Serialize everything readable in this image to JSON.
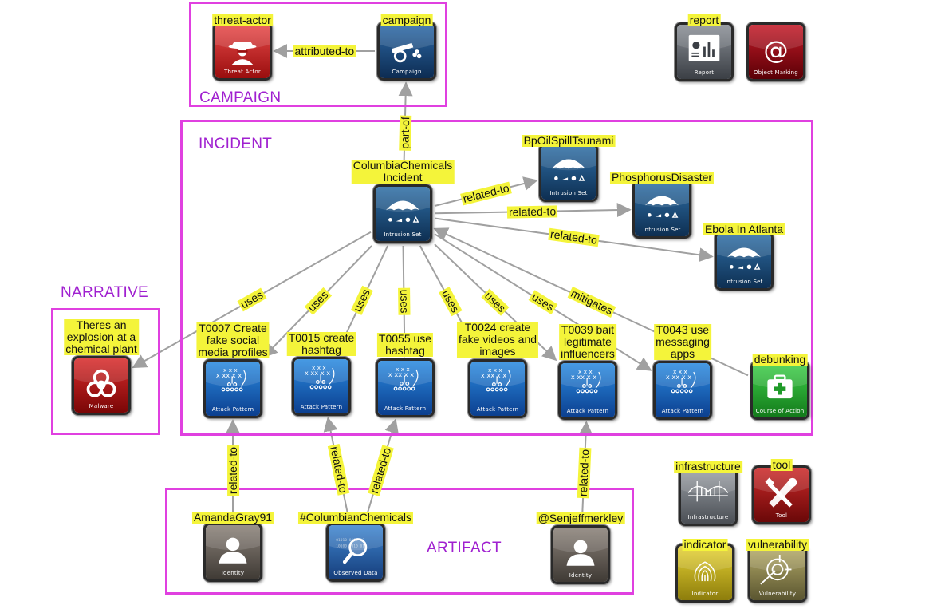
{
  "groups": {
    "campaign": "CAMPAIGN",
    "incident": "INCIDENT",
    "narrative": "NARRATIVE",
    "artifact": "ARTIFACT"
  },
  "nodes": {
    "threat_actor": {
      "label": "threat-actor",
      "caption": "Threat Actor",
      "icon": "threat-actor-icon"
    },
    "campaign": {
      "label": "campaign",
      "caption": "Campaign",
      "icon": "cannon-icon"
    },
    "report": {
      "label": "report",
      "caption": "Report",
      "icon": "report-icon"
    },
    "object_marking": {
      "caption": "Object Marking",
      "icon": "at-sign-icon"
    },
    "columbia": {
      "label": "ColumbiaChemicals\nIncident",
      "caption": "Intrusion Set",
      "icon": "umbrella-icon"
    },
    "bpoil": {
      "label": "BpOilSpillTsunami",
      "caption": "Intrusion Set",
      "icon": "umbrella-icon"
    },
    "phosphorus": {
      "label": "PhosphorusDisaster",
      "caption": "Intrusion Set",
      "icon": "umbrella-icon"
    },
    "ebola": {
      "label": "Ebola In Atlanta",
      "caption": "Intrusion Set",
      "icon": "umbrella-icon"
    },
    "malware": {
      "label": "Theres an\nexplosion at a\nchemical plant",
      "caption": "Malware",
      "icon": "biohazard-icon"
    },
    "t0007": {
      "label": "T0007 Create\nfake social\nmedia profiles",
      "caption": "Attack Pattern",
      "icon": "playbook-icon"
    },
    "t0015": {
      "label": "T0015 create\nhashtag",
      "caption": "Attack Pattern",
      "icon": "playbook-icon"
    },
    "t0055": {
      "label": "T0055 use\nhashtag",
      "caption": "Attack Pattern",
      "icon": "playbook-icon"
    },
    "t0024": {
      "label": "T0024 create\nfake videos and\nimages",
      "caption": "Attack Pattern",
      "icon": "playbook-icon"
    },
    "t0039": {
      "label": "T0039 bait\nlegitimate\ninfluencers",
      "caption": "Attack Pattern",
      "icon": "playbook-icon"
    },
    "t0043": {
      "label": "T0043 use\nmessaging\napps",
      "caption": "Attack Pattern",
      "icon": "playbook-icon"
    },
    "debunking": {
      "label": "debunking",
      "caption": "Course of Action",
      "icon": "first-aid-icon"
    },
    "amanda": {
      "label": "AmandaGray91",
      "caption": "Identity",
      "icon": "person-icon"
    },
    "hashtag": {
      "label": "#ColumbianChemicals",
      "caption": "Observed Data",
      "icon": "magnifier-icon"
    },
    "senjeff": {
      "label": "@Senjeffmerkley",
      "caption": "Identity",
      "icon": "person-icon"
    },
    "infrastructure": {
      "label": "infrastructure",
      "caption": "Infrastructure",
      "icon": "bridge-icon"
    },
    "tool": {
      "label": "tool",
      "caption": "Tool",
      "icon": "wrench-hammer-icon"
    },
    "indicator": {
      "label": "indicator",
      "caption": "Indicator",
      "icon": "fingerprint-icon"
    },
    "vulnerability": {
      "label": "vulnerability",
      "caption": "Vulnerability",
      "icon": "target-icon"
    }
  },
  "edges": [
    {
      "from": "campaign",
      "to": "threat_actor",
      "label": "attributed-to"
    },
    {
      "from": "columbia",
      "to": "campaign",
      "label": "part-of"
    },
    {
      "from": "columbia",
      "to": "bpoil",
      "label": "related-to"
    },
    {
      "from": "columbia",
      "to": "phosphorus",
      "label": "related-to"
    },
    {
      "from": "columbia",
      "to": "ebola",
      "label": "related-to"
    },
    {
      "from": "columbia",
      "to": "malware",
      "label": "uses"
    },
    {
      "from": "columbia",
      "to": "t0007",
      "label": "uses"
    },
    {
      "from": "columbia",
      "to": "t0015",
      "label": "uses"
    },
    {
      "from": "columbia",
      "to": "t0055",
      "label": "uses"
    },
    {
      "from": "columbia",
      "to": "t0024",
      "label": "uses"
    },
    {
      "from": "columbia",
      "to": "t0039",
      "label": "uses"
    },
    {
      "from": "columbia",
      "to": "t0043",
      "label": "uses"
    },
    {
      "from": "debunking",
      "to": "columbia",
      "label": "mitigates"
    },
    {
      "from": "amanda",
      "to": "t0007",
      "label": "related-to"
    },
    {
      "from": "hashtag",
      "to": "t0015",
      "label": "related-to"
    },
    {
      "from": "hashtag",
      "to": "t0055",
      "label": "related-to"
    },
    {
      "from": "senjeff",
      "to": "t0039",
      "label": "related-to"
    }
  ],
  "colors": {
    "group_border": "#e040e0",
    "group_title": "#a020d0",
    "label_bg": "#f4f43a",
    "edge": "#a0a0a0"
  }
}
